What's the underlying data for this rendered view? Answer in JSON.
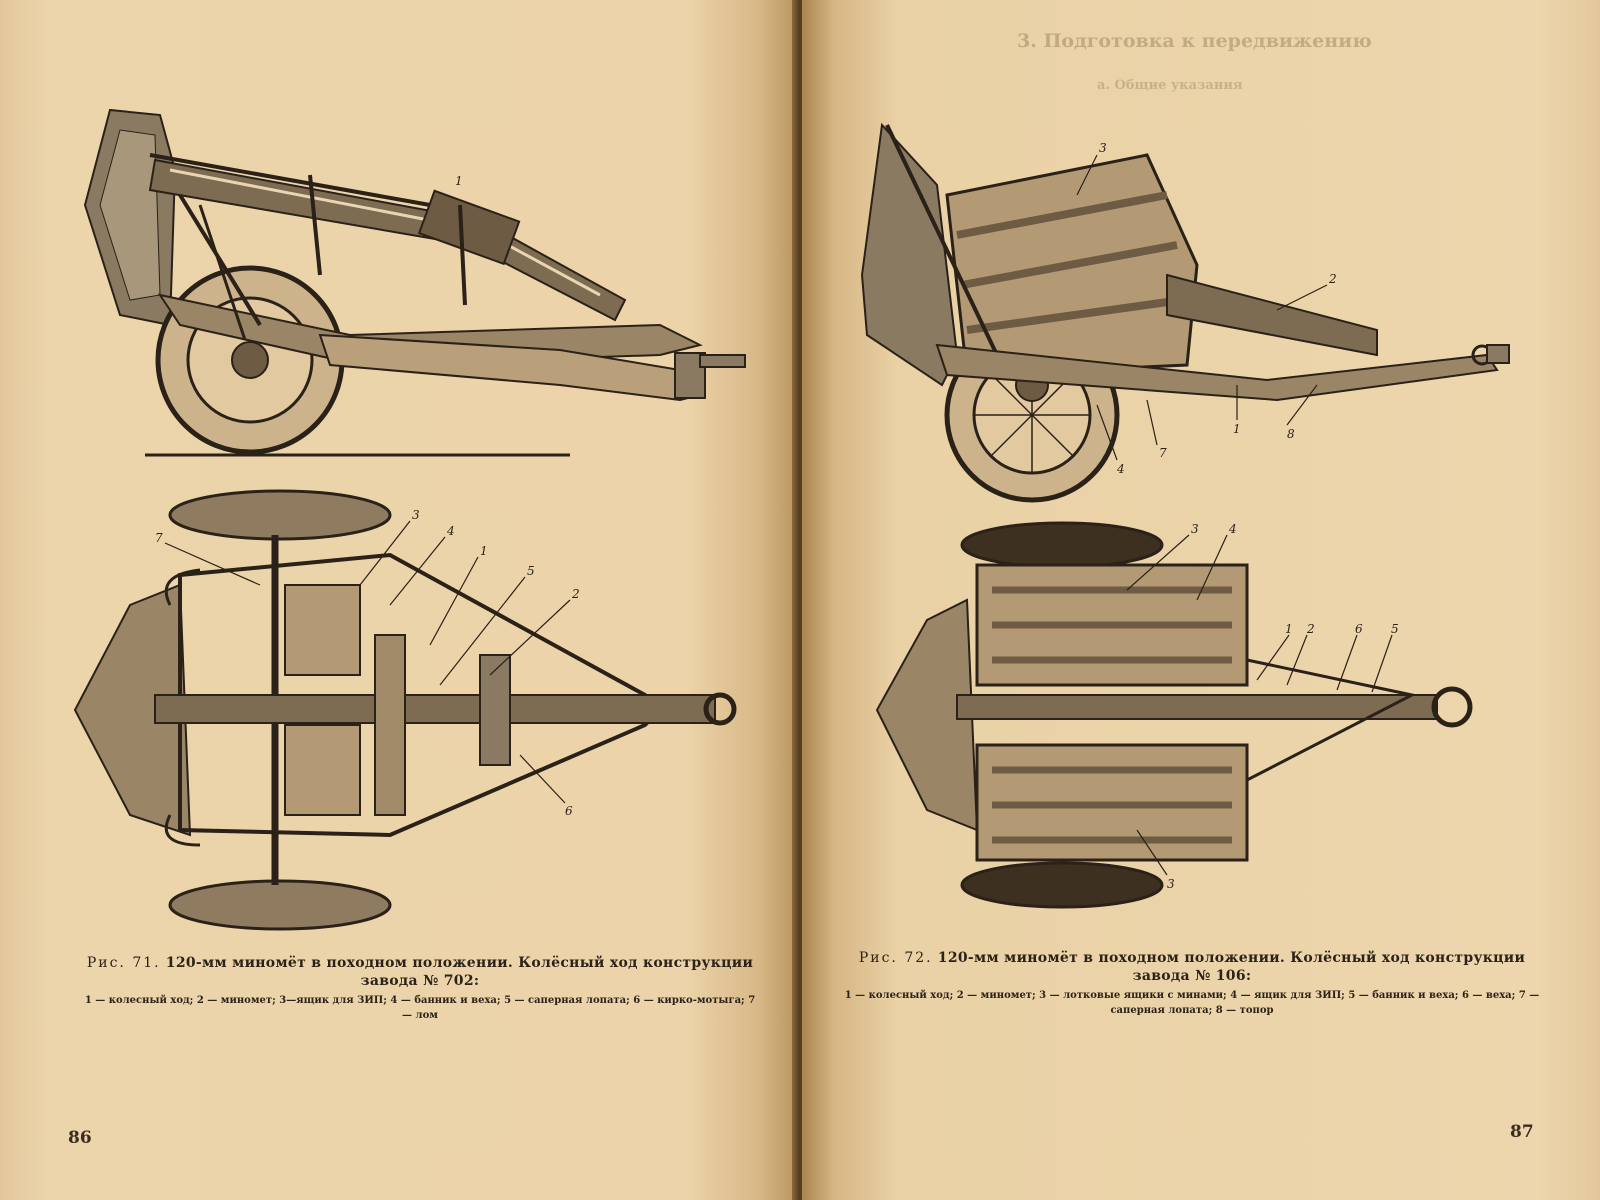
{
  "left_page": {
    "figure": {
      "callouts_top": [
        "1"
      ],
      "callouts_bottom": [
        "7",
        "3",
        "4",
        "1",
        "5",
        "2",
        "6"
      ]
    },
    "caption": {
      "lead": "Рис. 71.",
      "title": "120-мм миномёт в походном положении. Колёсный ход конструкции завода № 702:",
      "legend": "1 — колесный ход; 2 — миномет; 3—ящик для ЗИП; 4 — банник и веха; 5 — саперная лопата; 6 — кирко-мотыга; 7 — лом"
    },
    "page_number": "86"
  },
  "right_page": {
    "show_through_heading": "3. Подготовка к передвижению",
    "show_through_subheading": "а. Общие указания",
    "figure": {
      "callouts_top": [
        "3",
        "2",
        "7",
        "1",
        "8",
        "4"
      ],
      "callouts_bottom": [
        "3",
        "4",
        "1",
        "2",
        "6",
        "5",
        "3"
      ]
    },
    "caption": {
      "lead": "Рис. 72.",
      "title": "120-мм миномёт в походном положении. Колёсный ход конструкции завода № 106:",
      "legend": "1 — колесный ход; 2 — миномет; 3 — лотковые ящики с минами; 4 — ящик для ЗИП; 5 — банник и веха; 6 — веха; 7 — саперная лопата; 8 — топор"
    },
    "page_number": "87"
  },
  "colors": {
    "paper": "#ecd4ab",
    "ink": "#2a2118",
    "gutter": "#4f3a1f"
  }
}
